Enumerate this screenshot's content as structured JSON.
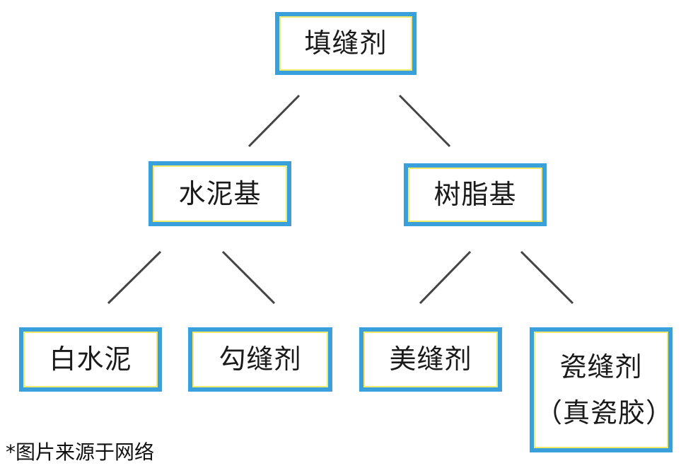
{
  "nodes": {
    "root": {
      "lines": [
        "填缝剂"
      ]
    },
    "cement": {
      "lines": [
        "水泥基"
      ]
    },
    "resin": {
      "lines": [
        "树脂基"
      ]
    },
    "white": {
      "lines": [
        "白水泥"
      ]
    },
    "grout": {
      "lines": [
        "勾缝剂"
      ]
    },
    "beauty": {
      "lines": [
        "美缝剂"
      ]
    },
    "tile": {
      "lines": [
        "瓷缝剂",
        "（真瓷胶）"
      ]
    }
  },
  "edges": [
    {
      "from": "root",
      "to": "cement"
    },
    {
      "from": "root",
      "to": "resin"
    },
    {
      "from": "cement",
      "to": "white"
    },
    {
      "from": "cement",
      "to": "grout"
    },
    {
      "from": "resin",
      "to": "beauty"
    },
    {
      "from": "resin",
      "to": "tile"
    }
  ],
  "footnote": "*图片来源于网络",
  "colors": {
    "border": "#3aa0dc",
    "inner_border": "#f2ea6a",
    "line": "#444444",
    "text": "#1a1a1a"
  }
}
